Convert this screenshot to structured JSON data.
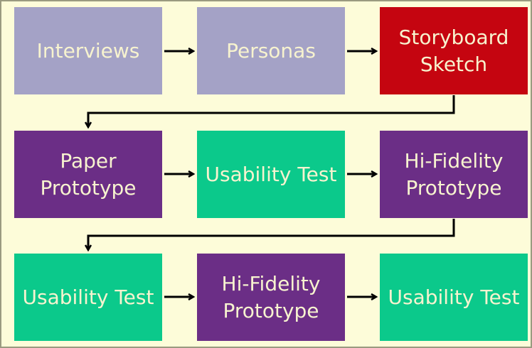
{
  "colors": {
    "background": "#fdfcd9",
    "research": "#a4a2c6",
    "sketch": "#c50510",
    "prototype": "#6b2e86",
    "test": "#0bc98b",
    "text": "#f7f3cf",
    "arrow": "#000000"
  },
  "nodes": [
    {
      "id": "interviews",
      "label": "Interviews",
      "type": "research"
    },
    {
      "id": "personas",
      "label": "Personas",
      "type": "research"
    },
    {
      "id": "storyboard",
      "label": "Storyboard Sketch",
      "type": "sketch"
    },
    {
      "id": "paper-prototype",
      "label": "Paper Prototype",
      "type": "prototype"
    },
    {
      "id": "usability-test-1",
      "label": "Usability Test",
      "type": "test"
    },
    {
      "id": "hifi-prototype-1",
      "label": "Hi-Fidelity Prototype",
      "type": "prototype"
    },
    {
      "id": "usability-test-2",
      "label": "Usability Test",
      "type": "test"
    },
    {
      "id": "hifi-prototype-2",
      "label": "Hi-Fidelity Prototype",
      "type": "prototype"
    },
    {
      "id": "usability-test-3",
      "label": "Usability Test",
      "type": "test"
    }
  ],
  "edges": [
    [
      "interviews",
      "personas"
    ],
    [
      "personas",
      "storyboard"
    ],
    [
      "storyboard",
      "paper-prototype"
    ],
    [
      "paper-prototype",
      "usability-test-1"
    ],
    [
      "usability-test-1",
      "hifi-prototype-1"
    ],
    [
      "hifi-prototype-1",
      "usability-test-2"
    ],
    [
      "usability-test-2",
      "hifi-prototype-2"
    ],
    [
      "hifi-prototype-2",
      "usability-test-3"
    ]
  ]
}
